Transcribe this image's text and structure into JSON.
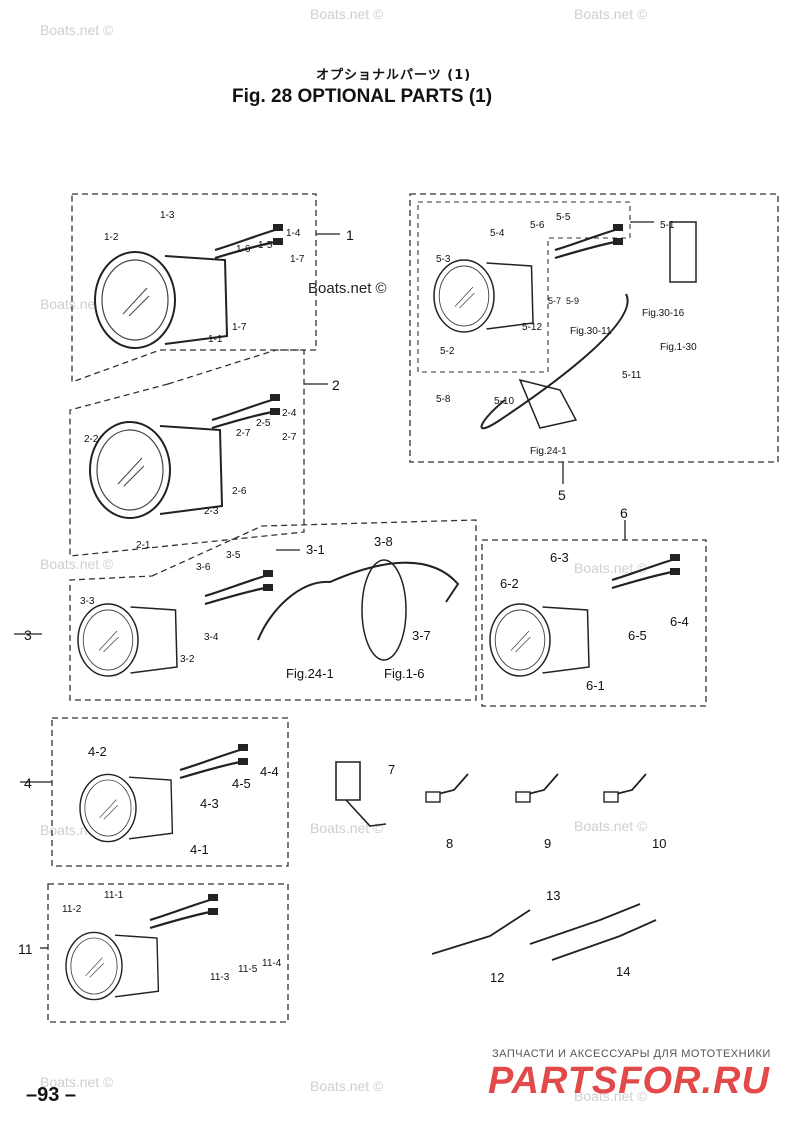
{
  "header": {
    "title_jp": "オプショナルパーツ (1)",
    "title_en": "Fig. 28   OPTIONAL PARTS (1)"
  },
  "watermark": "Boats.net ©",
  "footer": {
    "page_number": "–93 –",
    "brand_subtitle": "ЗАПЧАСТИ И АКСЕССУАРЫ ДЛЯ МОТОТЕХНИКИ",
    "brand_logo": "PARTSFOR.RU"
  },
  "groups": {
    "g1": {
      "number": "1",
      "parts": [
        "1-1",
        "1-2",
        "1-3",
        "1-4",
        "1-5",
        "1-6",
        "1-7",
        "1-7"
      ]
    },
    "g2": {
      "number": "2",
      "parts": [
        "2-1",
        "2-2",
        "2-3",
        "2-4",
        "2-5",
        "2-6",
        "2-7",
        "2-7"
      ]
    },
    "g3": {
      "number": "3",
      "parts": [
        "3-1",
        "3-2",
        "3-3",
        "3-4",
        "3-5",
        "3-6",
        "3-7",
        "3-8"
      ],
      "refs": [
        "Fig.24-1",
        "Fig.1-6"
      ]
    },
    "g4": {
      "number": "4",
      "parts": [
        "4-1",
        "4-2",
        "4-3",
        "4-4",
        "4-5"
      ]
    },
    "g5": {
      "number": "5",
      "parts": [
        "5-1",
        "5-2",
        "5-3",
        "5-4",
        "5-5",
        "5-6",
        "5-7",
        "5-8",
        "5-9",
        "5-10",
        "5-11",
        "5-12"
      ],
      "refs": [
        "Fig.30-11",
        "Fig.30-16",
        "Fig.1-30",
        "Fig.24-1"
      ]
    },
    "g6": {
      "number": "6",
      "parts": [
        "6-1",
        "6-2",
        "6-3",
        "6-4",
        "6-5"
      ]
    },
    "g11": {
      "number": "11",
      "parts": [
        "11-1",
        "11-2",
        "11-3",
        "11-4",
        "11-5"
      ]
    },
    "singles": [
      "7",
      "8",
      "9",
      "10",
      "12",
      "13",
      "14"
    ]
  }
}
